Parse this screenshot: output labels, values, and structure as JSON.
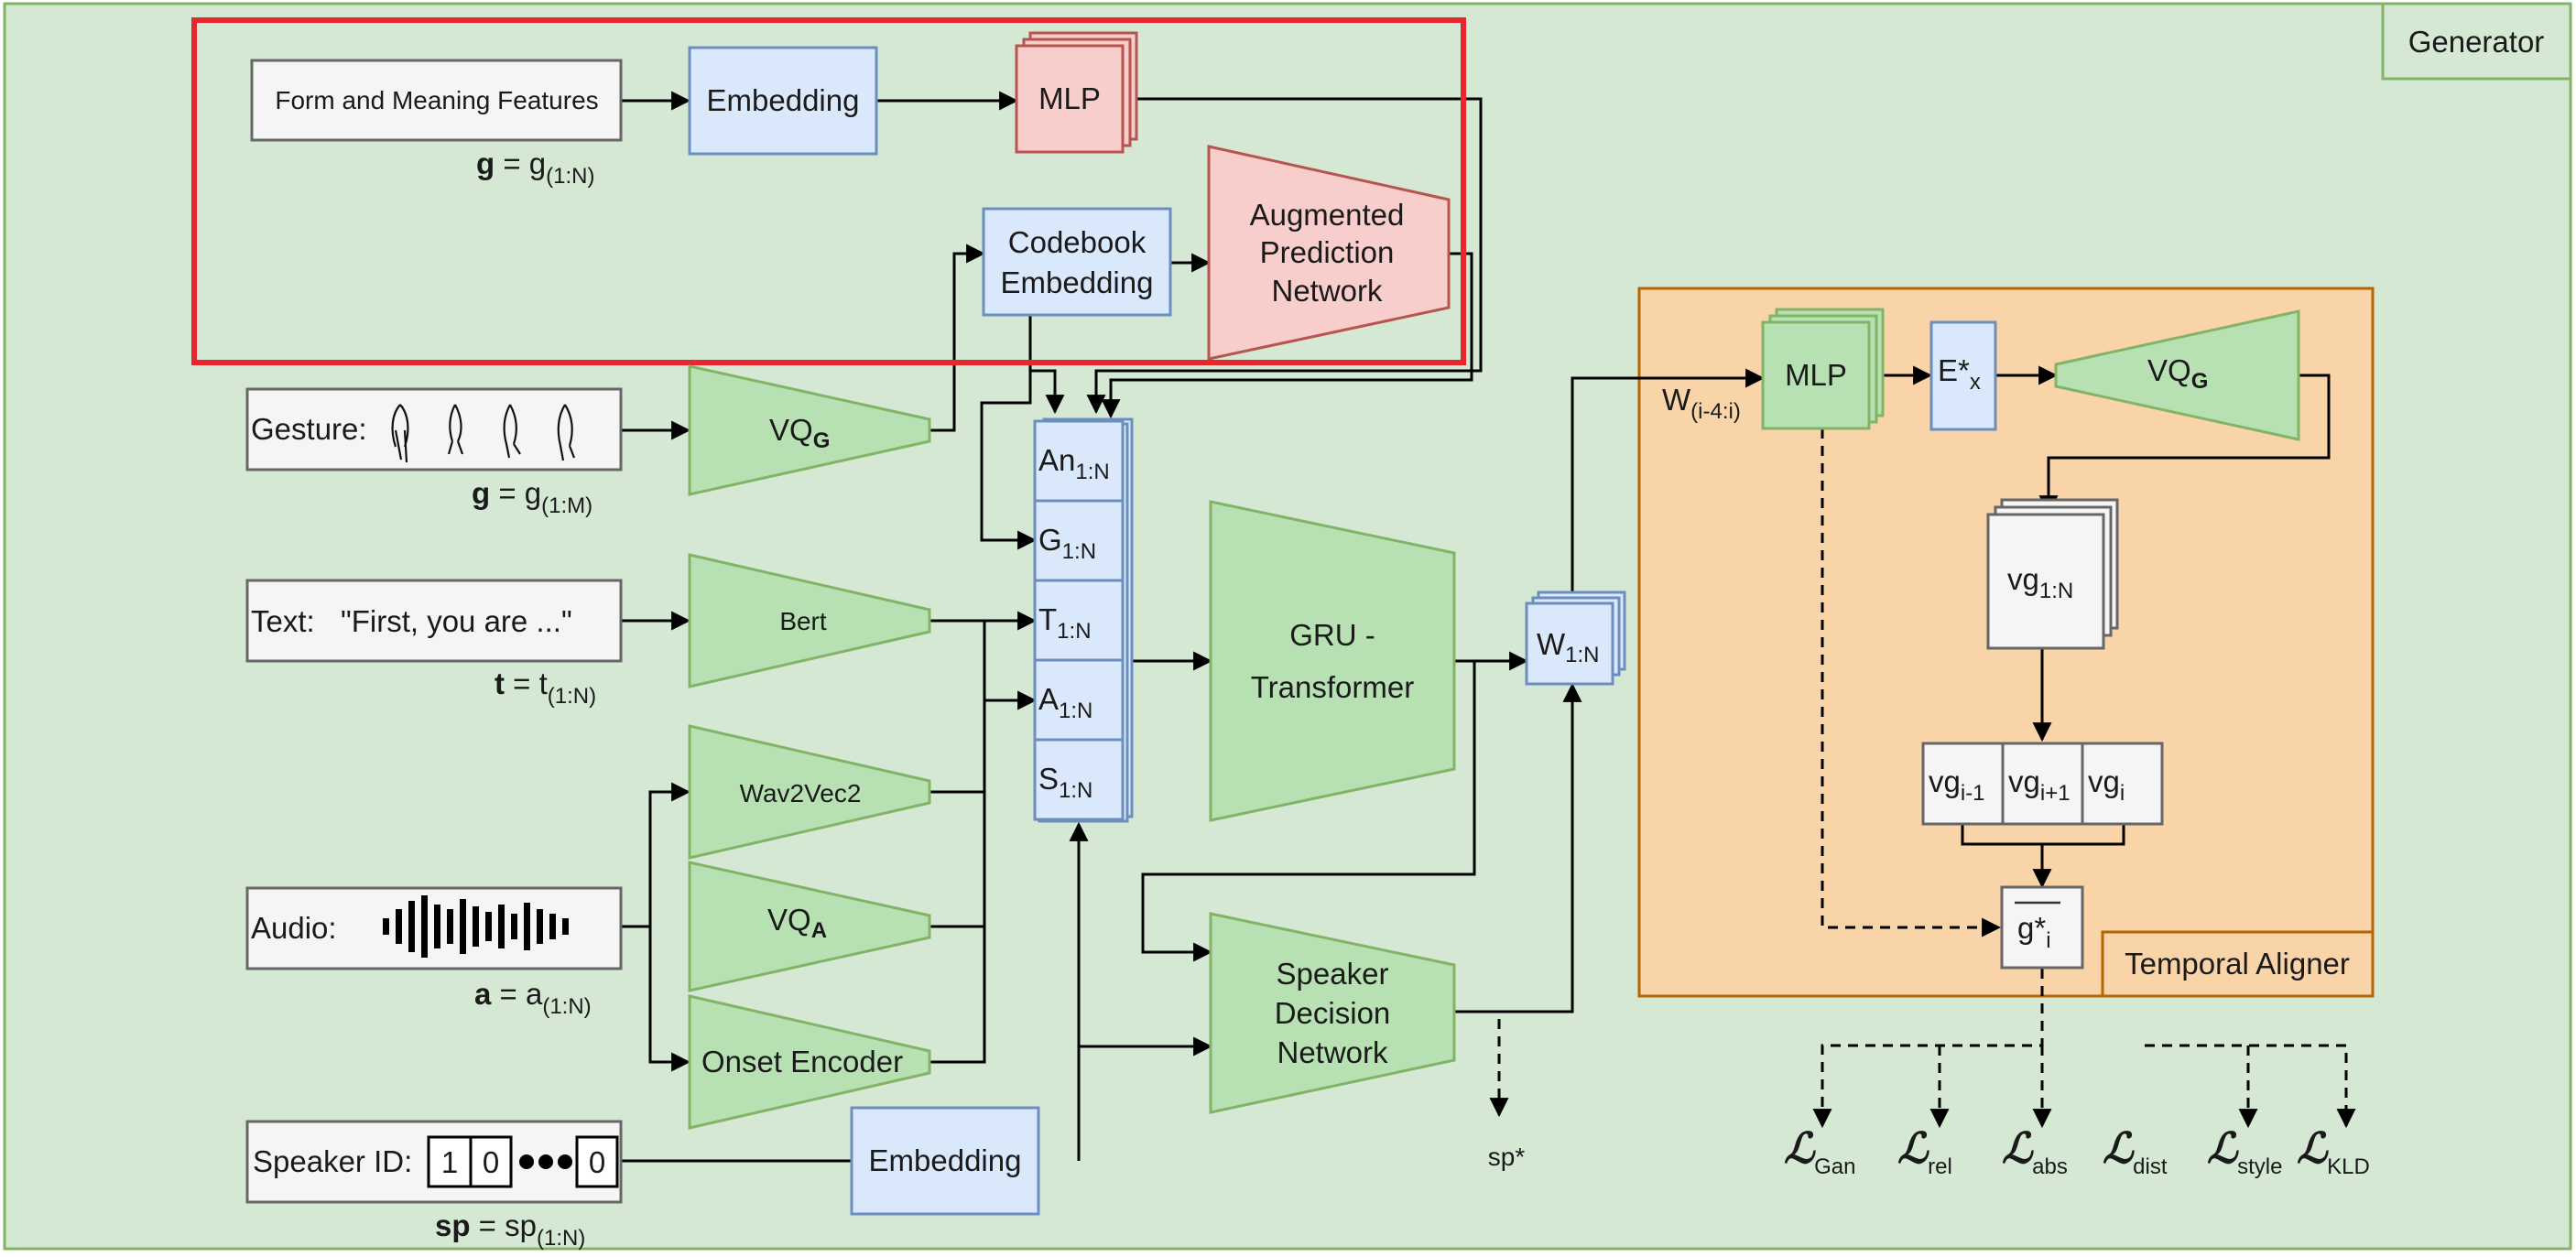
{
  "colors": {
    "background": "#d5e8d4",
    "background_border": "#82b366",
    "blue_fill": "#dae8fc",
    "blue_border": "#6c8ebf",
    "green_fill": "#b7e1b2",
    "green_border": "#82b366",
    "red_fill": "#f8cecc",
    "red_border": "#b85450",
    "highlight_border": "#e8262b",
    "aligner_fill": "#f9d4a8",
    "aligner_border": "#b46504",
    "gray_fill": "#f5f5f5",
    "gray_border": "#666666"
  },
  "generator_label": "Generator",
  "temporal_aligner_label": "Temporal Aligner",
  "inputs": {
    "form_meaning": {
      "label": "Form and Meaning Features",
      "caption_bold": "g",
      "caption_eq": " = g",
      "caption_sub": "(1:N)"
    },
    "gesture": {
      "label": "Gesture:",
      "caption_bold": "g",
      "caption_eq": " = g",
      "caption_sub": "(1:M)"
    },
    "text": {
      "label": "Text:",
      "value": "\"First, you are ...\"",
      "caption_bold": "t",
      "caption_eq": " = t",
      "caption_sub": "(1:N)"
    },
    "audio": {
      "label": "Audio:",
      "caption_bold": "a",
      "caption_eq": " = a",
      "caption_sub": "(1:N)"
    },
    "speaker": {
      "label": "Speaker ID:",
      "bits": [
        "1",
        "0",
        "0"
      ],
      "caption_bold": "sp",
      "caption_eq": " = sp",
      "caption_sub": "(1:N)"
    }
  },
  "modules": {
    "embedding_top": "Embedding",
    "mlp_top": "MLP",
    "codebook_line1": "Codebook",
    "codebook_line2": "Embedding",
    "apn_line1": "Augmented",
    "apn_line2": "Prediction",
    "apn_line3": "Network",
    "vq_g_base": "VQ",
    "vq_g_sub": "G",
    "bert": "Bert",
    "wav2vec": "Wav2Vec2",
    "vq_a_base": "VQ",
    "vq_a_sub": "A",
    "onset": "Onset Encoder",
    "embedding_bottom": "Embedding",
    "gru_line1": "GRU -",
    "gru_line2": "Transformer",
    "sdn_line1": "Speaker",
    "sdn_line2": "Decision",
    "sdn_line3": "Network",
    "sp_star": "sp*"
  },
  "stack": [
    {
      "base": "An",
      "sub": "1:N"
    },
    {
      "base": "G",
      "sub": "1:N"
    },
    {
      "base": "T",
      "sub": "1:N"
    },
    {
      "base": "A",
      "sub": "1:N"
    },
    {
      "base": "S",
      "sub": "1:N"
    }
  ],
  "w_stack": {
    "base": "W",
    "sub": "1:N"
  },
  "aligner": {
    "w_label_base": "W",
    "w_label_sub": "(i-4:i)",
    "mlp": "MLP",
    "ex_base": "E*",
    "ex_sub": "x",
    "vq_base": "VQ",
    "vq_sub": "G",
    "vg_base": "vg",
    "vg_sub": "1:N",
    "cells": [
      {
        "base": "vg",
        "sub": "i-1"
      },
      {
        "base": "vg",
        "sub": "i+1"
      },
      {
        "base": "vg",
        "sub": "i"
      }
    ],
    "gstar_base": "g*",
    "gstar_sub": "i"
  },
  "losses": [
    {
      "symbol": "ℒ",
      "sub": "Gan"
    },
    {
      "symbol": "ℒ",
      "sub": "rel"
    },
    {
      "symbol": "ℒ",
      "sub": "abs"
    },
    {
      "symbol": "ℒ",
      "sub": "dist"
    },
    {
      "symbol": "ℒ",
      "sub": "style"
    },
    {
      "symbol": "ℒ",
      "sub": "KLD"
    }
  ]
}
